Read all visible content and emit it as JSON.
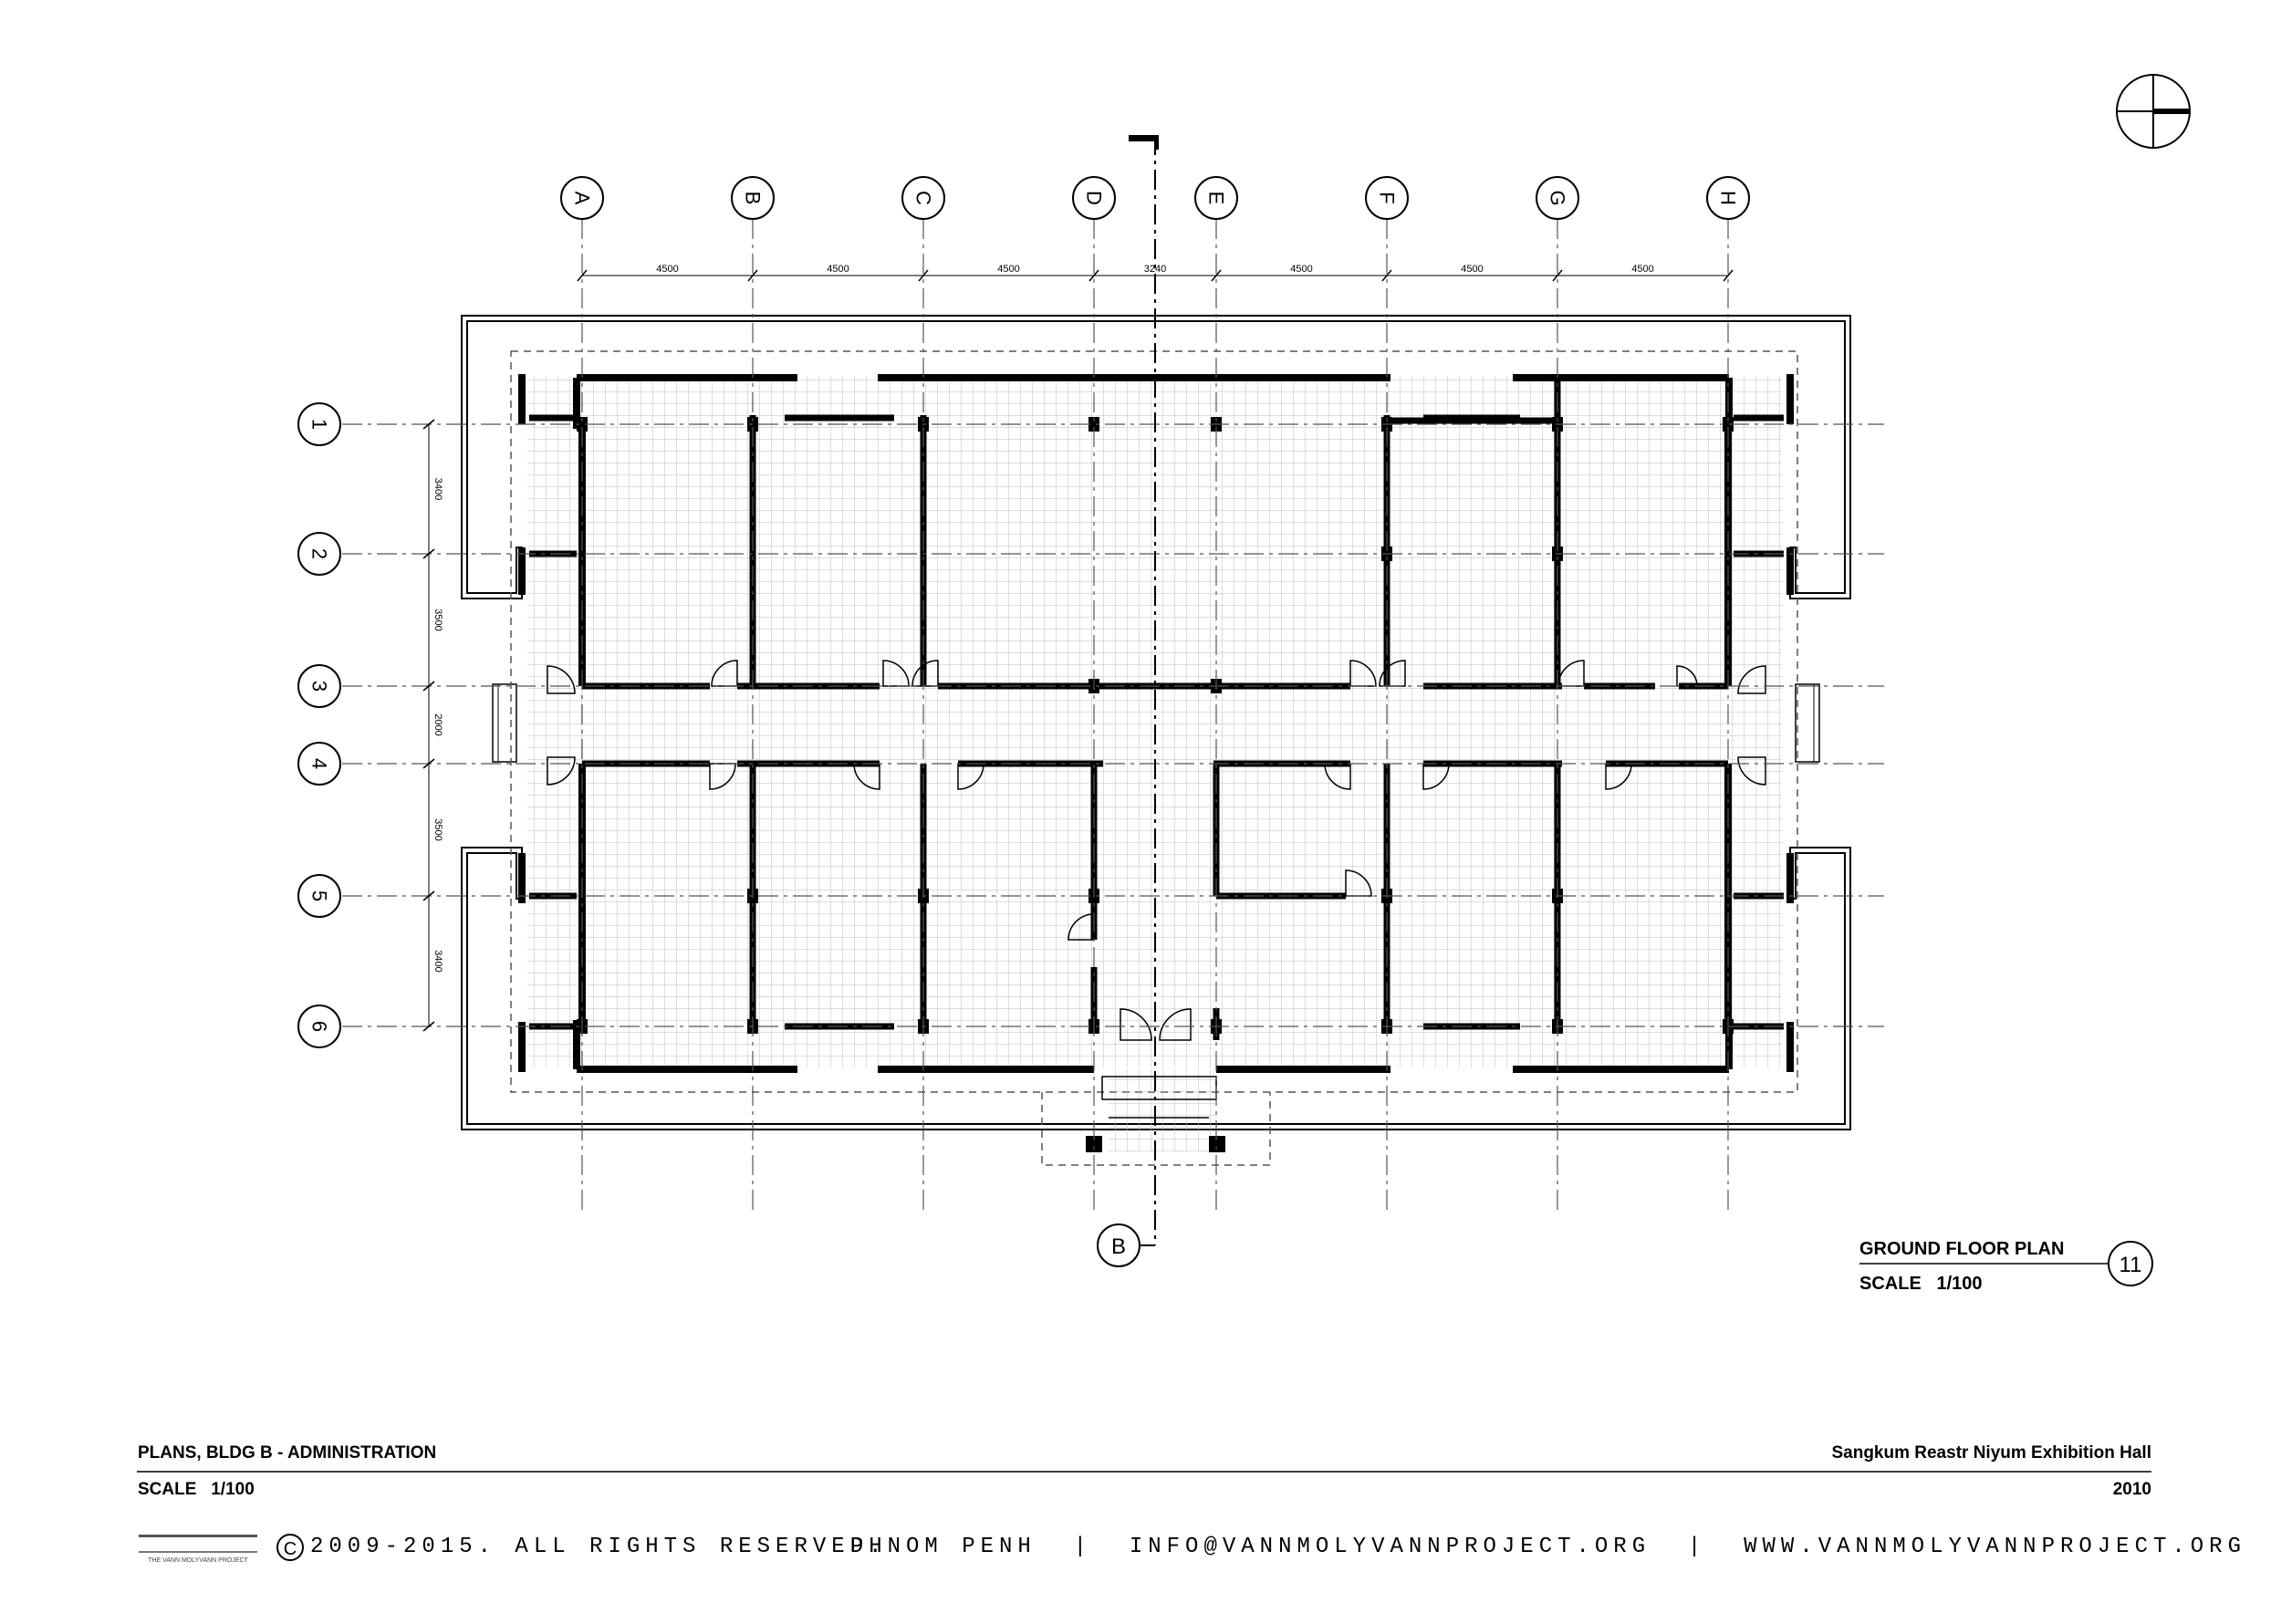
{
  "plan": {
    "grid_columns": [
      "A",
      "B",
      "C",
      "D",
      "E",
      "F",
      "G",
      "H"
    ],
    "grid_rows": [
      "1",
      "2",
      "3",
      "4",
      "5",
      "6"
    ],
    "column_spacings": [
      "4500",
      "4500",
      "4500",
      "3240",
      "4500",
      "4500",
      "4500"
    ],
    "row_spacings": [
      "3400",
      "3500",
      "2000",
      "3500",
      "3400"
    ],
    "section_marker": "B"
  },
  "drawing_label": {
    "title": "GROUND FLOOR PLAN",
    "scale": "SCALE   1/100",
    "sheet_number": "11"
  },
  "title_block": {
    "plans_title": "PLANS, BLDG B - ADMINISTRATION",
    "plans_scale": "SCALE   1/100",
    "project_name": "Sangkum Reastr Niyum Exhibition Hall",
    "year": "2010",
    "logo_text": "THE VANN MOLYVANN PROJECT"
  },
  "footer": {
    "copyright_symbol": "C",
    "copyright_text": "2009-2015. ALL RIGHTS RESERVED.",
    "contact": "PHNOM PENH  |  INFO@VANNMOLYVANNPROJECT.ORG  |  WWW.VANNMOLYVANNPROJECT.ORG"
  }
}
